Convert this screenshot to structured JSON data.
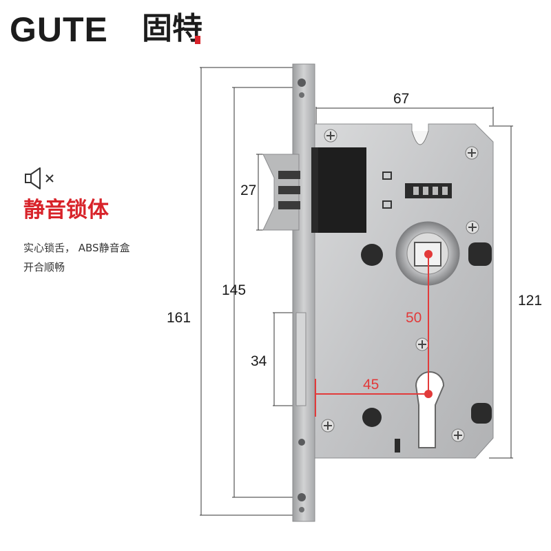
{
  "brand": {
    "logo_text": "GUTE",
    "logo_cn": "固特",
    "accent_color": "#d8232a"
  },
  "feature": {
    "icon": "speaker-mute-icon",
    "title": "静音锁体",
    "line1": "实心锁舌， ABS静音盒",
    "line2": "开合顺畅"
  },
  "dimensions": {
    "total_height": "161",
    "faceplate_height": "145",
    "body_height": "121",
    "body_width": "67",
    "latch_height": "27",
    "deadbolt_height": "34",
    "handle_to_cylinder": "50",
    "backset": "45"
  },
  "colors": {
    "steel": "#c9cacb",
    "dark": "#1a1a1a",
    "dimension_red": "#e23a3a"
  }
}
